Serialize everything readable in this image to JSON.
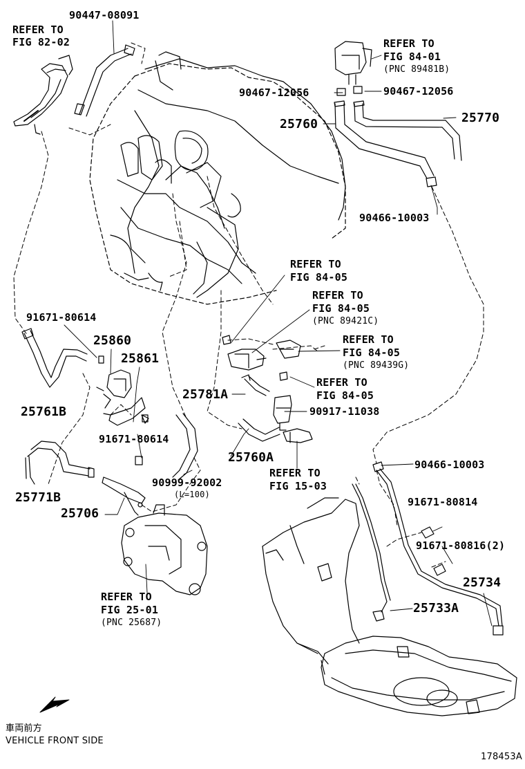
{
  "labels": {
    "p90447_08091": "90447-08091",
    "refer_82_02_a": "REFER TO",
    "refer_82_02_b": "FIG 82-02",
    "refer_84_01_a": "REFER TO",
    "refer_84_01_b": "FIG 84-01",
    "refer_84_01_c": "(PNC 89481B)",
    "p90467_12056_left": "90467-12056",
    "p90467_12056_right": "90467-12056",
    "p25760": "25760",
    "p25770": "25770",
    "p90466_10003_top": "90466-10003",
    "refer_84_05_a_1": "REFER TO",
    "refer_84_05_a_2": "FIG 84-05",
    "refer_84_05_b_1": "REFER TO",
    "refer_84_05_b_2": "FIG 84-05",
    "refer_84_05_b_3": "(PNC 89421C)",
    "refer_84_05_c_1": "REFER TO",
    "refer_84_05_c_2": "FIG 84-05",
    "refer_84_05_c_3": "(PNC 89439G)",
    "refer_84_05_d_1": "REFER TO",
    "refer_84_05_d_2": "FIG 84-05",
    "p91671_80614_top": "91671-80614",
    "p25860": "25860",
    "p25861": "25861",
    "p25761B": "25761B",
    "p25781A": "25781A",
    "p90917_11038": "90917-11038",
    "p91671_80614_mid": "91671-80614",
    "p25760A": "25760A",
    "refer_15_03_1": "REFER TO",
    "refer_15_03_2": "FIG 15-03",
    "p25771B": "25771B",
    "p90999_92002": "90999-92002",
    "p90999_len": "(L=100)",
    "p25706": "25706",
    "p90466_10003_bot": "90466-10003",
    "p91671_80814": "91671-80814",
    "p91671_80816": "91671-80816(2)",
    "p25734": "25734",
    "p25733A": "25733A",
    "refer_25_01_1": "REFER TO",
    "refer_25_01_2": "FIG 25-01",
    "refer_25_01_3": "(PNC 25687)",
    "front_jp": "車両前方",
    "front_en": "VEHICLE FRONT SIDE",
    "diagram_id": "178453A"
  }
}
